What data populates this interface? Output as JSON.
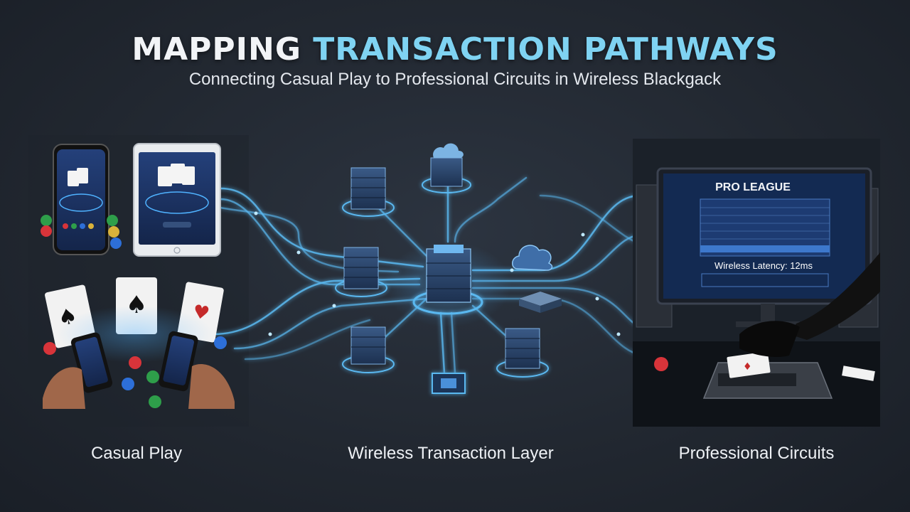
{
  "header": {
    "title_part1": "MAPPING",
    "title_part2": "TRANSACTION PATHWAYS",
    "subtitle": "Connecting Casual Play to Professional Circuits in Wireless Blackgack"
  },
  "sections": {
    "casual": "Casual Play",
    "wireless": "Wireless Transaction Layer",
    "professional": "Professional Circuits"
  },
  "pro_screen": {
    "heading": "PRO LEAGUE",
    "latency": "Wireless Latency: 12ms"
  },
  "colors": {
    "background": "#232932",
    "accent": "#7fd3f2",
    "glow": "#5ab8f0",
    "chip_red": "#d8343a",
    "chip_green": "#2e9e4a",
    "chip_blue": "#2d6fd8"
  },
  "icons": [
    "smartphone-icon",
    "tablet-icon",
    "playing-card-icon",
    "poker-chip-icon",
    "server-stack-icon",
    "cloud-icon",
    "router-icon",
    "processor-chip-icon",
    "monitor-icon",
    "card-shoe-icon",
    "gloved-hand-icon"
  ]
}
